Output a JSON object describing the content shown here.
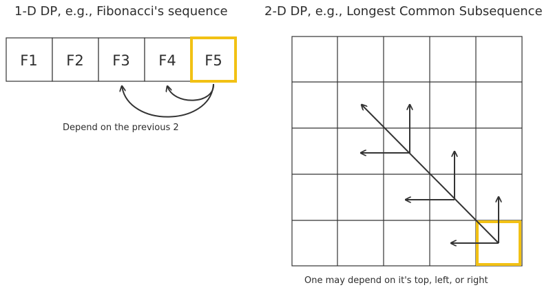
{
  "left_title": "1-D DP, e.g., Fibonacci's sequence",
  "right_title": "2-D DP, e.g., Longest Common Subsequence",
  "sequence": [
    "F1",
    "F2",
    "F3",
    "F4",
    "F5"
  ],
  "left_caption": "Depend on the previous 2",
  "right_caption": "One may depend on it's top, left, or right",
  "colors": {
    "highlight": "#f2c114",
    "line": "#333333"
  }
}
